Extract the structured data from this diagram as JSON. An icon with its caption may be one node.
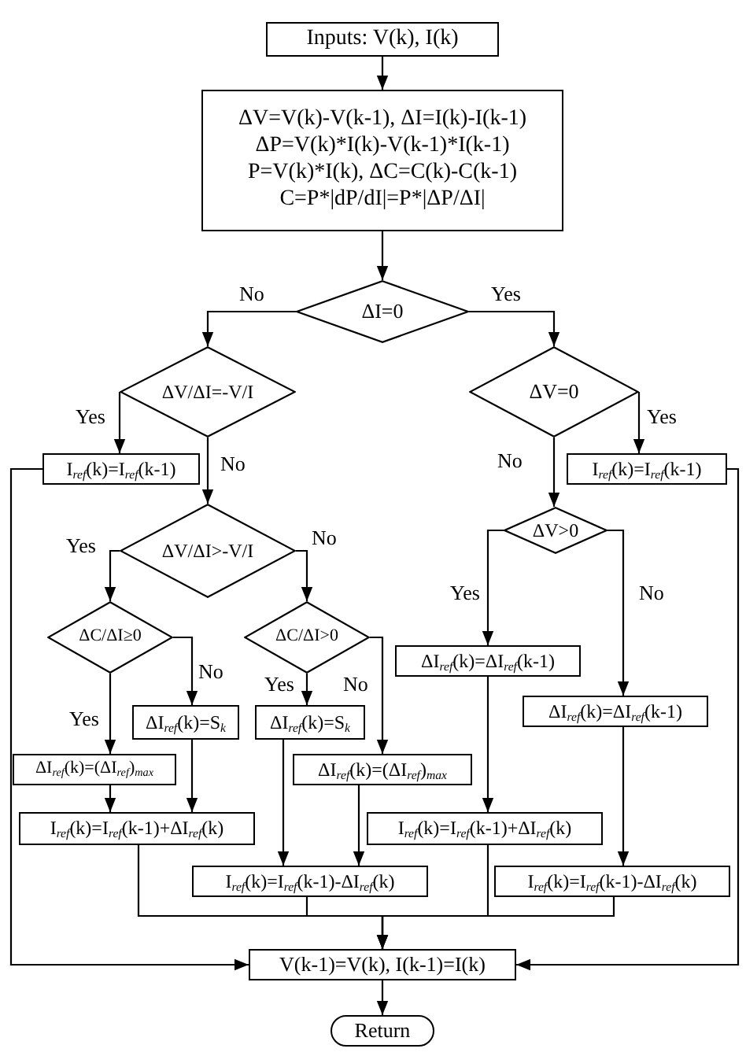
{
  "diagram": {
    "nodes": [
      {
        "text": [
          "Inputs: V(k), I(k)"
        ]
      },
      {
        "text": [
          "ΔV=V(k)-V(k-1), ΔI=I(k)-I(k-1)",
          "ΔP=V(k)*I(k)-V(k-1)*I(k-1)",
          "P=V(k)*I(k), ΔC=C(k)-C(k-1)",
          "C=P*|dP/dI|=P*|ΔP/ΔI|"
        ]
      },
      {
        "text": [
          "ΔI=0"
        ]
      },
      {
        "text": [
          "ΔV/ΔI=-V/I"
        ]
      },
      {
        "text": [
          "ΔV=0"
        ]
      },
      {
        "text": [
          "I$_{ref}$(k)=I$_{ref}$(k-1)"
        ]
      },
      {
        "text": [
          "I$_{ref}$(k)=I$_{ref}$(k-1)"
        ]
      },
      {
        "text": [
          "ΔV/ΔI>-V/I"
        ]
      },
      {
        "text": [
          "ΔV>0"
        ]
      },
      {
        "text": [
          "ΔC/ΔI≥0"
        ]
      },
      {
        "text": [
          "ΔC/ΔI>0"
        ]
      },
      {
        "text": [
          "ΔI$_{ref}$(k)=ΔI$_{ref}$(k-1)"
        ]
      },
      {
        "text": [
          "ΔI$_{ref}$(k)=S$_{k}$"
        ]
      },
      {
        "text": [
          "ΔI$_{ref}$(k)=S$_{k}$"
        ]
      },
      {
        "text": [
          "ΔI$_{ref}$(k)=ΔI$_{ref}$(k-1)"
        ]
      },
      {
        "text": [
          "ΔI$_{ref}$(k)=(ΔI$_{ref}$)$_{max}$"
        ]
      },
      {
        "text": [
          "ΔI$_{ref}$(k)=(ΔI$_{ref}$)$_{max}$"
        ]
      },
      {
        "text": [
          "I$_{ref}$(k)=I$_{ref}$(k-1)+ΔI$_{ref}$(k)"
        ]
      },
      {
        "text": [
          "I$_{ref}$(k)=I$_{ref}$(k-1)+ΔI$_{ref}$(k)"
        ]
      },
      {
        "text": [
          "I$_{ref}$(k)=I$_{ref}$(k-1)-ΔI$_{ref}$(k)"
        ]
      },
      {
        "text": [
          "I$_{ref}$(k)=I$_{ref}$(k-1)-ΔI$_{ref}$(k)"
        ]
      },
      {
        "text": [
          "V(k-1)=V(k), I(k-1)=I(k)"
        ]
      },
      {
        "text": [
          "Return"
        ]
      }
    ],
    "edges": [
      {
        "from": 0,
        "to": 1,
        "arrow": "to"
      },
      {
        "from": 1,
        "to": 2,
        "arrow": "to"
      },
      {
        "from": 2,
        "to": 3,
        "arrow": "to",
        "label": "No"
      },
      {
        "from": 2,
        "to": 4,
        "arrow": "to",
        "label": "Yes"
      },
      {
        "from": 3,
        "to": 5,
        "arrow": "to",
        "label": "Yes"
      },
      {
        "from": 3,
        "to": 7,
        "arrow": "to",
        "label": "No"
      },
      {
        "from": 4,
        "to": 6,
        "arrow": "to",
        "label": "Yes"
      },
      {
        "from": 4,
        "to": 8,
        "arrow": "to",
        "label": "No"
      },
      {
        "from": 7,
        "to": 9,
        "arrow": "to",
        "label": "Yes"
      },
      {
        "from": 7,
        "to": 10,
        "arrow": "to",
        "label": "No"
      },
      {
        "from": 9,
        "to": 15,
        "arrow": "to",
        "label": "Yes"
      },
      {
        "from": 9,
        "to": 12,
        "arrow": "to",
        "label": "No"
      },
      {
        "from": 10,
        "to": 13,
        "arrow": "to",
        "label": "Yes"
      },
      {
        "from": 10,
        "to": 16,
        "arrow": "to",
        "label": "No"
      },
      {
        "from": 8,
        "to": 11,
        "arrow": "to",
        "label": "Yes"
      },
      {
        "from": 8,
        "to": 14,
        "arrow": "to",
        "label": "No"
      },
      {
        "from": 12,
        "to": 17,
        "arrow": "to"
      },
      {
        "from": 15,
        "to": 17,
        "arrow": "to"
      },
      {
        "from": 13,
        "to": 19,
        "arrow": "to"
      },
      {
        "from": 16,
        "to": 19,
        "arrow": "to"
      },
      {
        "from": 11,
        "to": 18,
        "arrow": "to"
      },
      {
        "from": 14,
        "to": 20,
        "arrow": "to"
      },
      {
        "from": 17,
        "to": 21,
        "arrow": "to"
      },
      {
        "from": 19,
        "to": 21,
        "arrow": "to"
      },
      {
        "from": 18,
        "to": 21,
        "arrow": "to"
      },
      {
        "from": 20,
        "to": 21,
        "arrow": "to"
      },
      {
        "from": 5,
        "to": 21,
        "arrow": "to"
      },
      {
        "from": 6,
        "to": 21,
        "arrow": "to"
      },
      {
        "from": 21,
        "to": 22,
        "arrow": "to"
      }
    ]
  }
}
